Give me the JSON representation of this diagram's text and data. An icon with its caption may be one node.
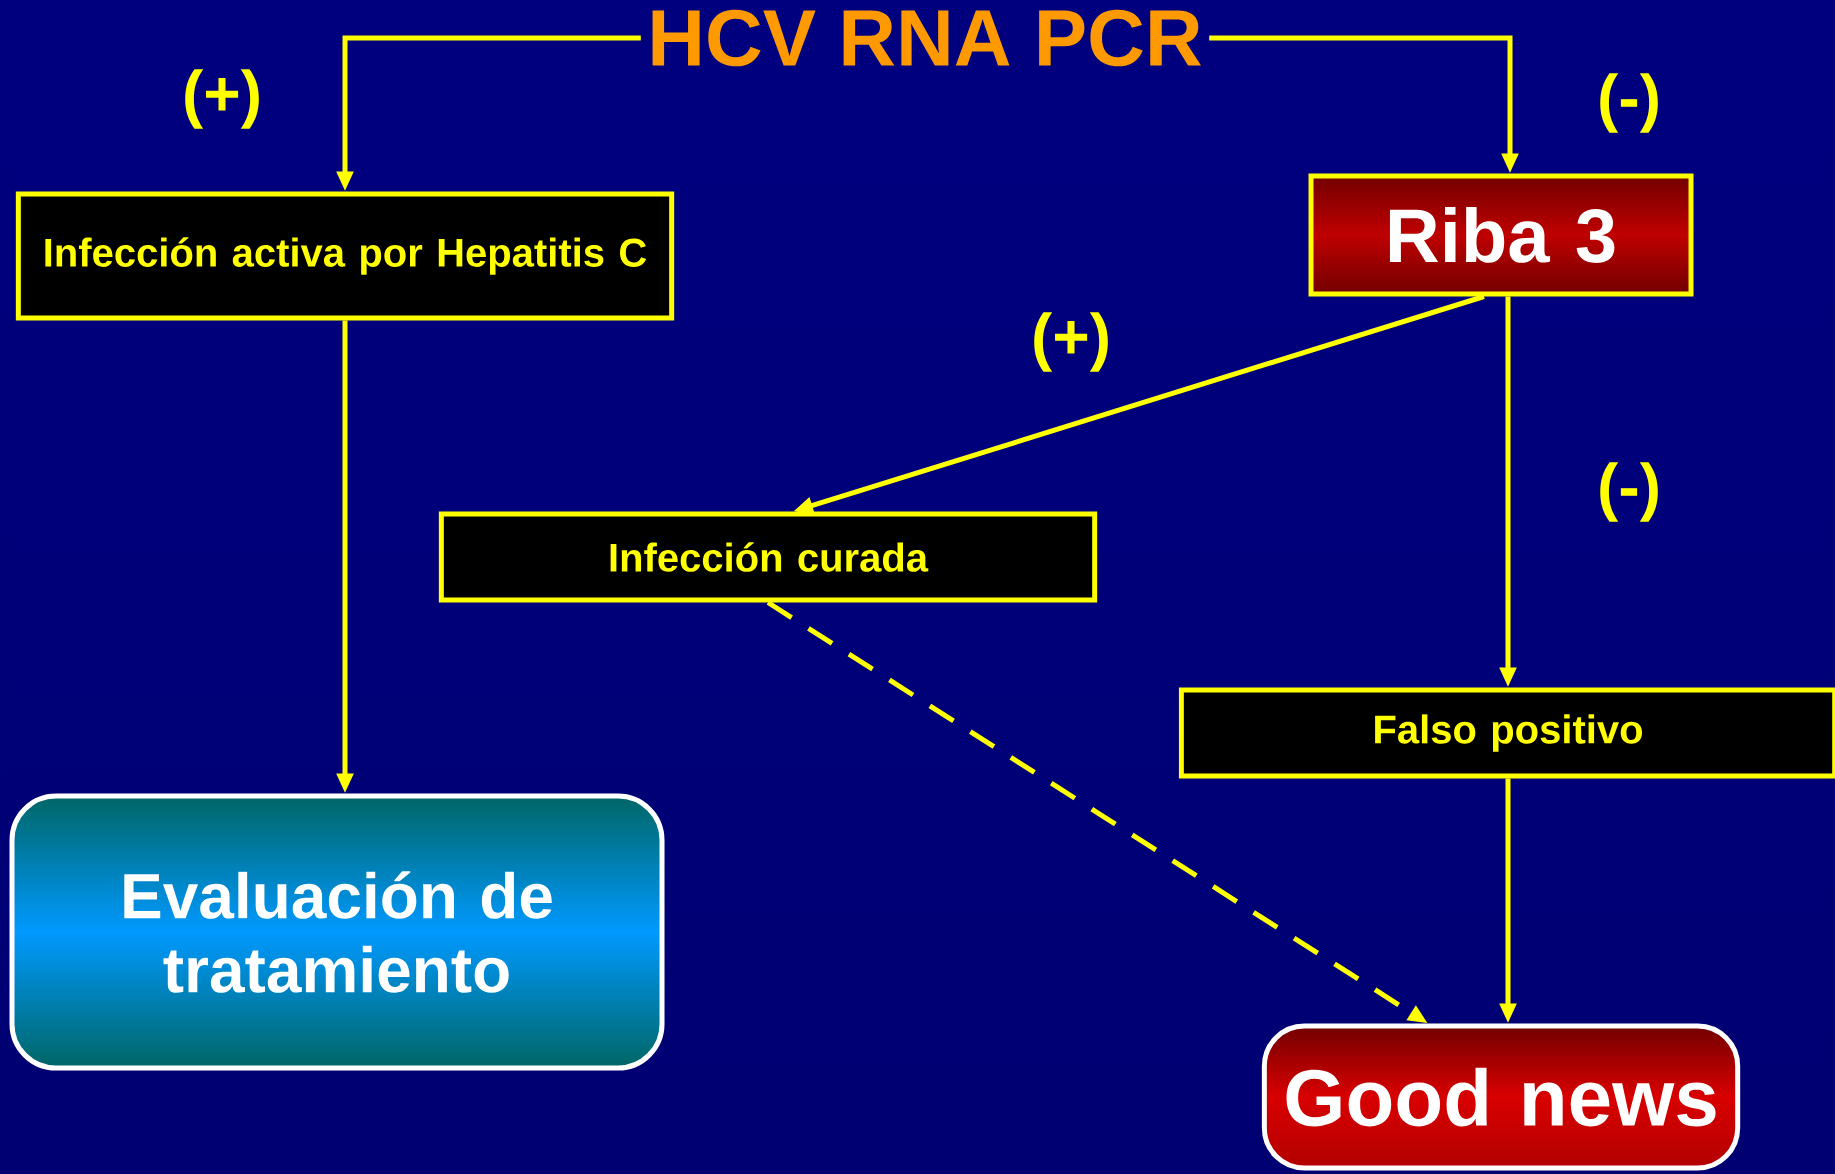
{
  "diagram": {
    "nodes": [
      {
        "text": [
          "HCV RNA PCR"
        ]
      },
      {
        "text": [
          "Infección activa por Hepatitis C"
        ]
      },
      {
        "text": [
          "Riba 3"
        ]
      },
      {
        "text": [
          "Infección curada"
        ]
      },
      {
        "text": [
          "Falso positivo"
        ]
      },
      {
        "text": [
          "Evaluación de tratamiento"
        ]
      },
      {
        "text": [
          "Good news"
        ]
      }
    ],
    "edges": [
      {
        "from": 0,
        "to": 1,
        "arrow": "to",
        "label": "(+)"
      },
      {
        "from": 0,
        "to": 2,
        "arrow": "to",
        "label": "(-)"
      },
      {
        "from": 1,
        "to": 5,
        "arrow": "to"
      },
      {
        "from": 2,
        "to": 3,
        "arrow": "to",
        "label": "(+)"
      },
      {
        "from": 2,
        "to": 4,
        "arrow": "to",
        "label": "(-)"
      },
      {
        "from": 3,
        "to": 6,
        "arrow": "to",
        "style": "dashed"
      },
      {
        "from": 4,
        "to": 6,
        "arrow": "to"
      }
    ]
  }
}
